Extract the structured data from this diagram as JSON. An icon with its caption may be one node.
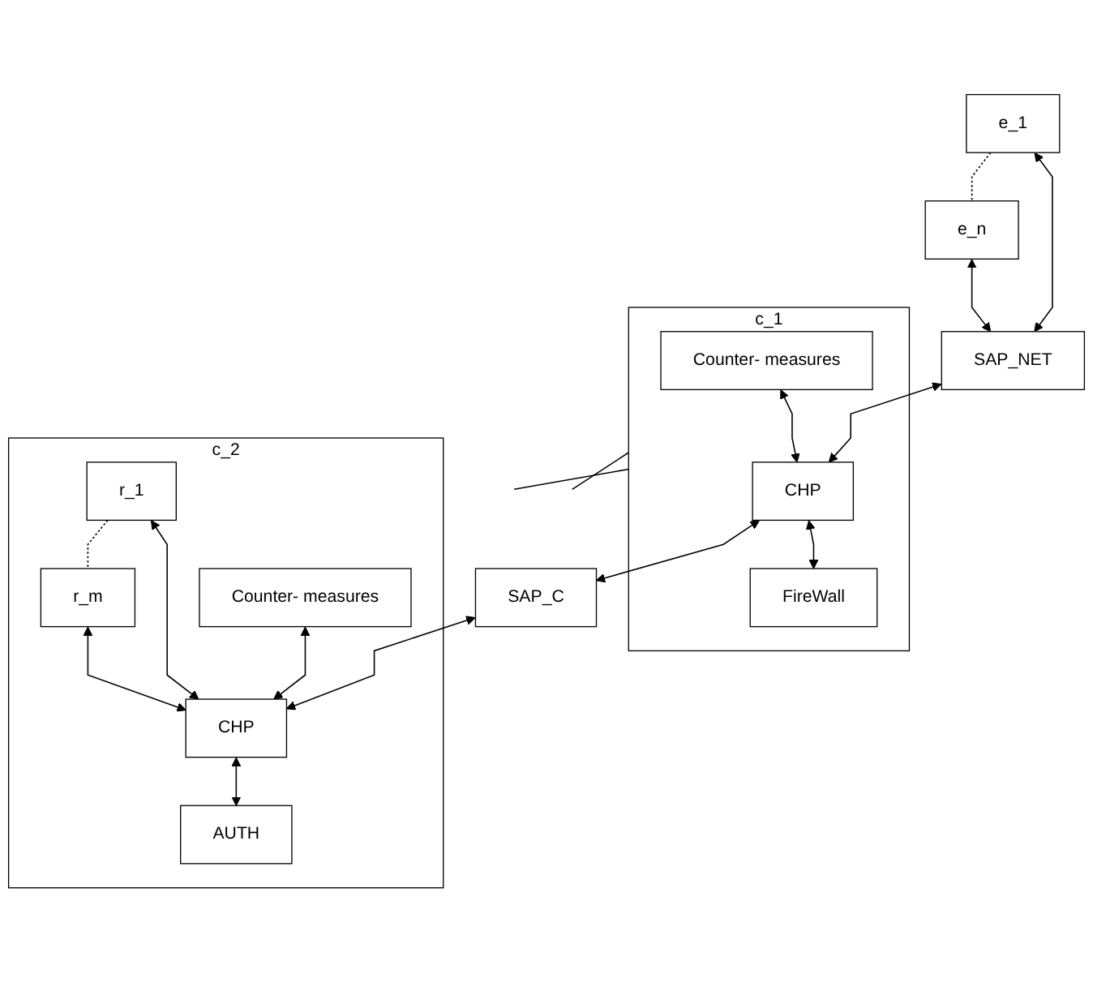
{
  "diagram": {
    "nodes": [
      {
        "text": [
          "e_1"
        ]
      },
      {
        "text": [
          "e_n"
        ]
      },
      {
        "text": [
          "SAP_NET"
        ]
      },
      {
        "text": [
          "c_1"
        ]
      },
      {
        "text": [
          "Counter- measures"
        ],
        "in": 3
      },
      {
        "text": [
          "CHP"
        ],
        "in": 3
      },
      {
        "text": [
          "FireWall"
        ],
        "in": 3
      },
      {
        "text": [
          "SAP_C"
        ]
      },
      {
        "text": [
          "c_2"
        ]
      },
      {
        "text": [
          "Counter- measures"
        ],
        "in": 8
      },
      {
        "text": [
          "CHP"
        ],
        "in": 8
      },
      {
        "text": [
          "AUTH"
        ],
        "in": 8
      },
      {
        "text": [
          "r_1"
        ],
        "in": 8
      },
      {
        "text": [
          "r_m"
        ],
        "in": 8
      }
    ],
    "edges": [
      {
        "from": 0,
        "to": 1,
        "arrow": "none",
        "style": "dashed"
      },
      {
        "from": 0,
        "to": 2,
        "arrow": "both"
      },
      {
        "from": 1,
        "to": 2,
        "arrow": "both"
      },
      {
        "from": 2,
        "to": 5,
        "arrow": "both"
      },
      {
        "from": 4,
        "to": 5,
        "arrow": "both"
      },
      {
        "from": 5,
        "to": 6,
        "arrow": "both"
      },
      {
        "from": 5,
        "to": 7,
        "arrow": "both"
      },
      {
        "from": 7,
        "to": 10,
        "arrow": "both"
      },
      {
        "from": 9,
        "to": 10,
        "arrow": "both"
      },
      {
        "from": 10,
        "to": 11,
        "arrow": "both"
      },
      {
        "from": 12,
        "to": 10,
        "arrow": "both"
      },
      {
        "from": 13,
        "to": 10,
        "arrow": "both"
      },
      {
        "from": 12,
        "to": 13,
        "arrow": "none",
        "style": "dashed"
      },
      {
        "from": 3,
        "to": null,
        "arrow": "none"
      },
      {
        "from": 3,
        "to": null,
        "arrow": "none"
      }
    ]
  }
}
